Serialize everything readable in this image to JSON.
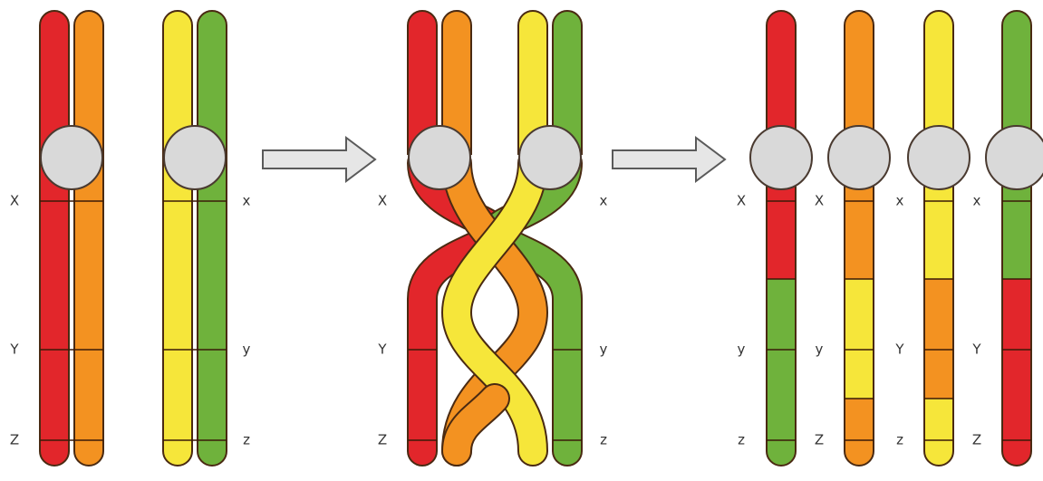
{
  "colors": {
    "red": "#e2262b",
    "orange": "#f39221",
    "yellow": "#f6e63a",
    "green": "#6fb23c",
    "centromere": "#d9d9d9"
  },
  "panels": {
    "before": {
      "left_labels": [
        "X",
        "Y",
        "Z"
      ],
      "right_labels": [
        "x",
        "y",
        "z"
      ]
    },
    "crossing": {
      "left_labels": [
        "X",
        "Y",
        "Z"
      ],
      "right_labels": [
        "x",
        "y",
        "z"
      ]
    },
    "after": {
      "chromatids": [
        {
          "color_top": "red",
          "labels": [
            "X",
            "y",
            "z"
          ]
        },
        {
          "color_top": "orange",
          "labels": [
            "X",
            "y",
            "Z"
          ]
        },
        {
          "color_top": "yellow",
          "labels": [
            "x",
            "Y",
            "z"
          ]
        },
        {
          "color_top": "green",
          "labels": [
            "x",
            "Y",
            "Z"
          ]
        }
      ]
    }
  },
  "arrows": [
    "arrow-1",
    "arrow-2"
  ]
}
